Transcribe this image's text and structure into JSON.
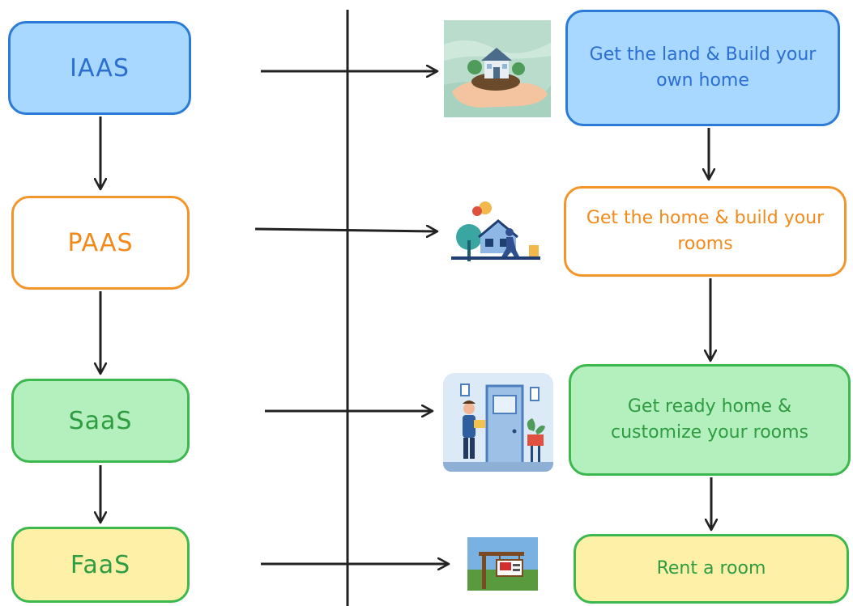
{
  "tiers": [
    {
      "name": "IAAS",
      "description": "Get the land & Build your own home",
      "image_icon": "hand-holding-land-with-house-icon",
      "color": "#2c7bd6"
    },
    {
      "name": "PAAS",
      "description": "Get the home & build your rooms",
      "image_icon": "house-under-construction-icon",
      "color": "#f2962a"
    },
    {
      "name": "SaaS",
      "description": "Get ready home & customize your rooms",
      "image_icon": "person-decorating-room-icon",
      "color": "#3cb84f"
    },
    {
      "name": "FaaS",
      "description": "Rent a room",
      "image_icon": "for-rent-sign-icon",
      "color": "#3cb84f"
    }
  ]
}
